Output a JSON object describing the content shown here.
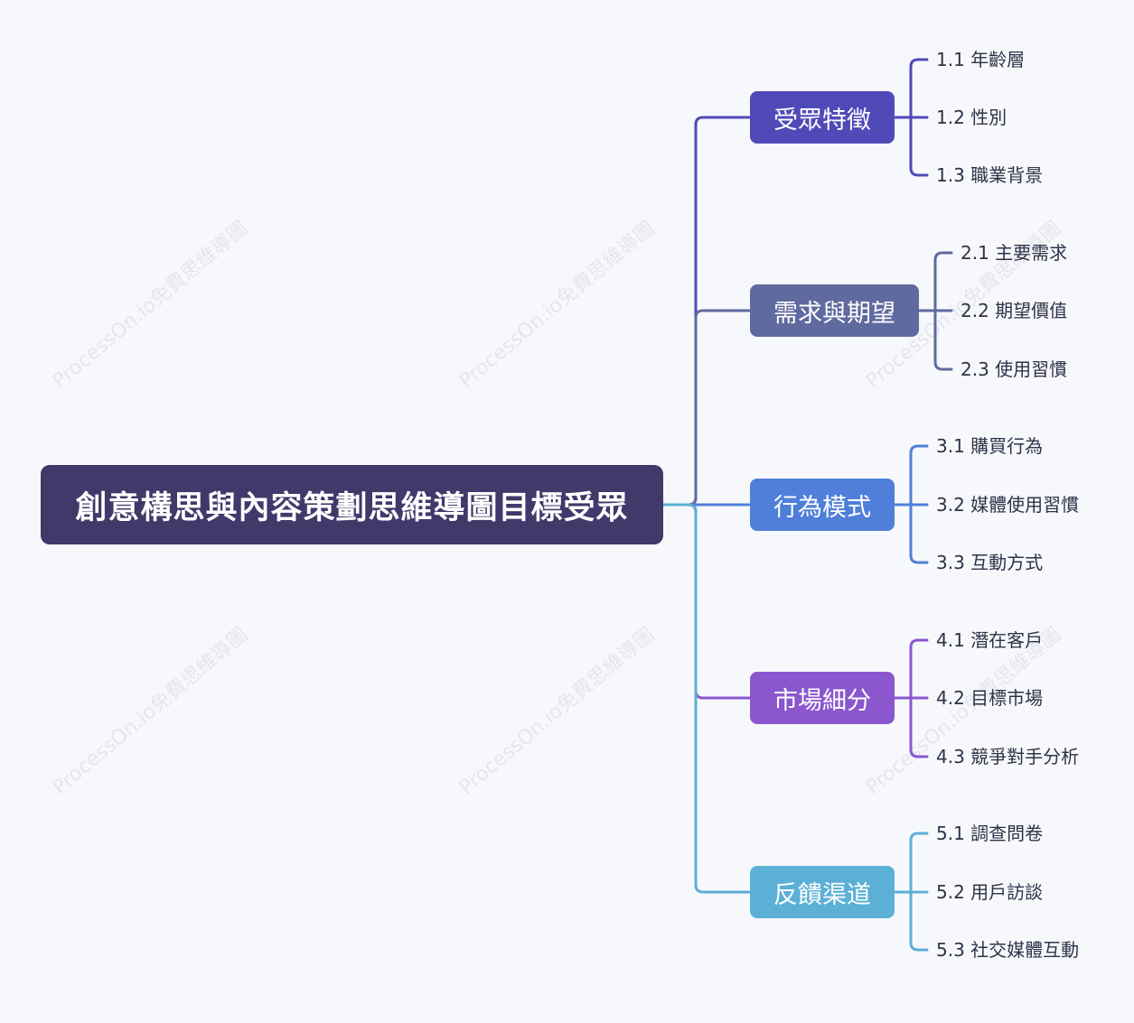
{
  "root": {
    "label": "創意構思與內容策劃思維導圖目標受眾",
    "color": "#3f3a6a"
  },
  "watermark_text": "ProcessOn.io免費思維導圖",
  "branches": [
    {
      "label": "受眾特徵",
      "color": "#5049b8",
      "children": [
        "1.1 年齡層",
        "1.2 性別",
        "1.3 職業背景"
      ]
    },
    {
      "label": "需求與期望",
      "color": "#5f6a9f",
      "children": [
        "2.1 主要需求",
        "2.2 期望價值",
        "2.3 使用習慣"
      ]
    },
    {
      "label": "行為模式",
      "color": "#4f7fd9",
      "children": [
        "3.1 購買行為",
        "3.2 媒體使用習慣",
        "3.3 互動方式"
      ]
    },
    {
      "label": "市場細分",
      "color": "#8a57cf",
      "children": [
        "4.1 潛在客戶",
        "4.2 目標市場",
        "4.3 競爭對手分析"
      ]
    },
    {
      "label": "反饋渠道",
      "color": "#5cb0d6",
      "children": [
        "5.1 調查問卷",
        "5.2 用戶訪談",
        "5.3 社交媒體互動"
      ]
    }
  ]
}
